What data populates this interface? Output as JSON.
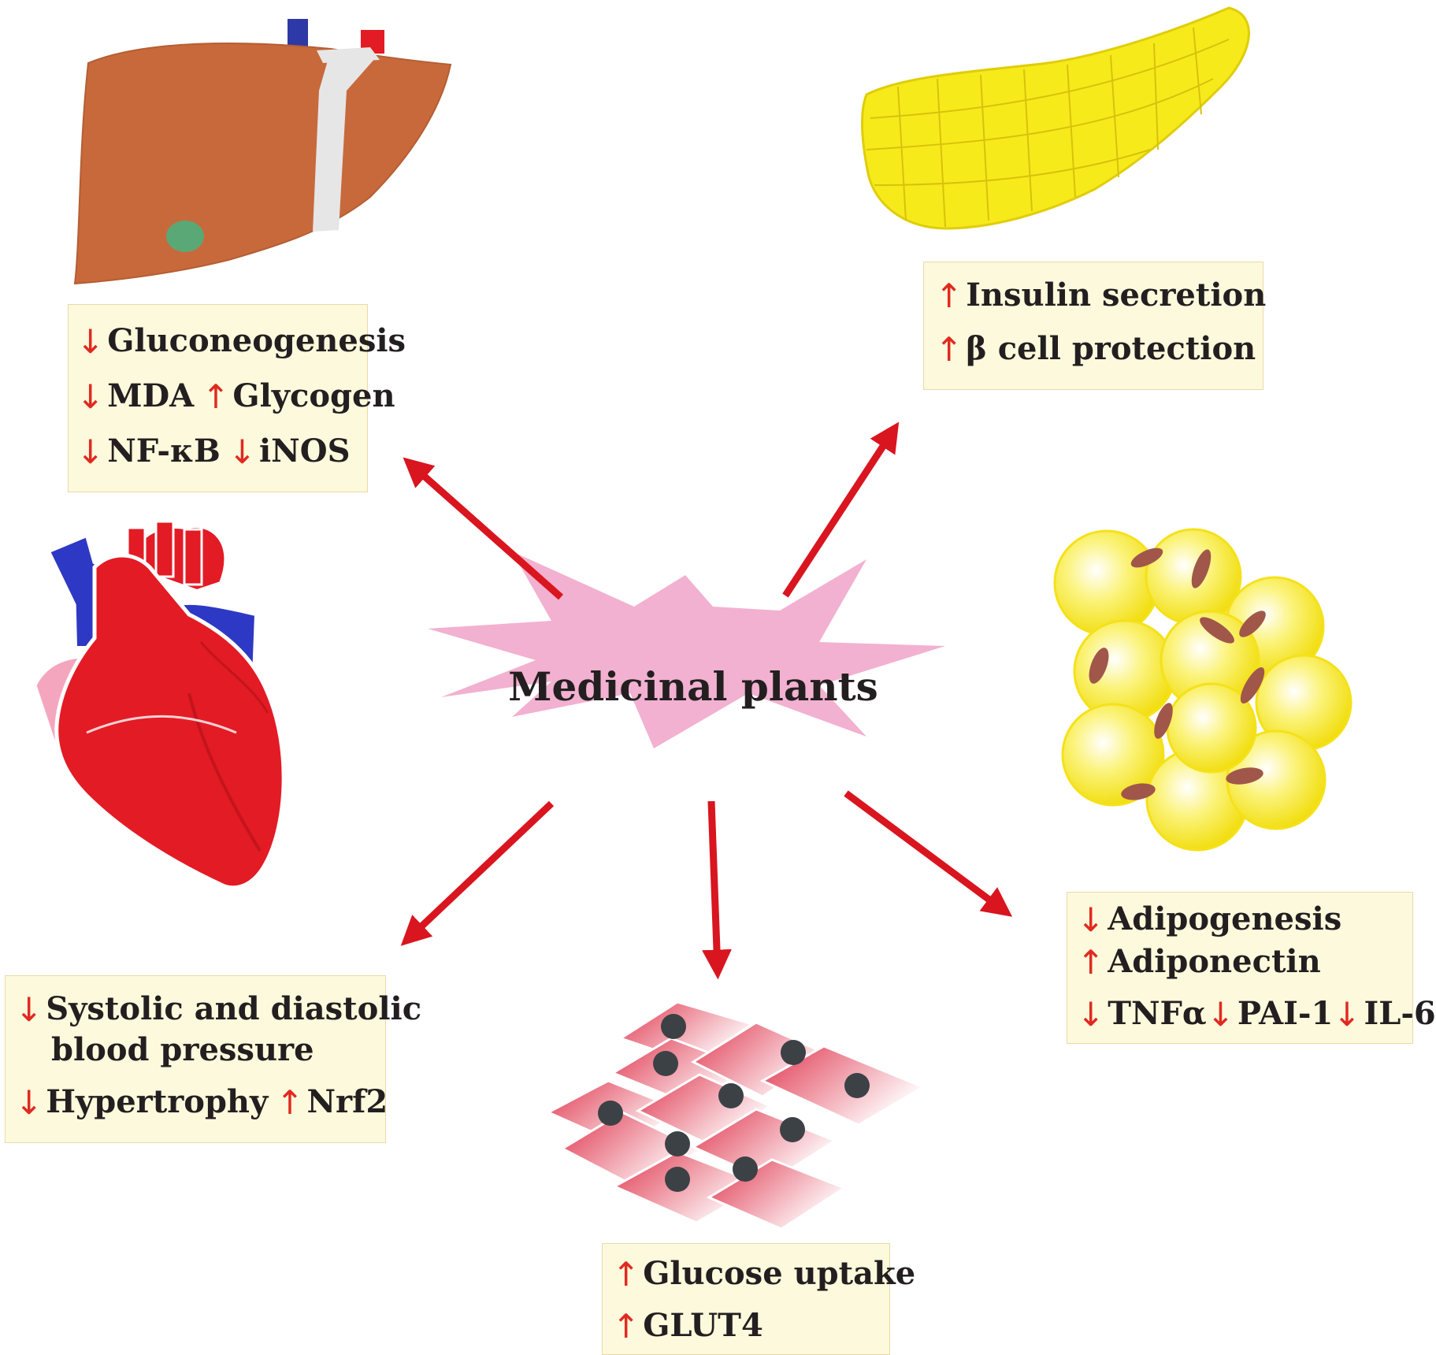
{
  "center": {
    "label": "Medicinal plants"
  },
  "liver": {
    "lines": [
      [
        {
          "dir": "down",
          "text": "Gluconeogenesis"
        }
      ],
      [
        {
          "dir": "down",
          "text": "MDA"
        },
        {
          "dir": "up",
          "text": "Glycogen"
        }
      ],
      [
        {
          "dir": "down",
          "text": "NF-κB"
        },
        {
          "dir": "down",
          "text": "iNOS"
        }
      ]
    ]
  },
  "pancreas": {
    "lines": [
      [
        {
          "dir": "up",
          "text": "Insulin secretion"
        }
      ],
      [
        {
          "dir": "up",
          "text": "β cell protection"
        }
      ]
    ]
  },
  "heart": {
    "lines": [
      [
        {
          "dir": "down",
          "text": "Systolic and diastolic"
        }
      ],
      [
        {
          "dir": "",
          "text": "blood pressure"
        }
      ],
      [
        {
          "dir": "down",
          "text": "Hypertrophy"
        },
        {
          "dir": "up",
          "text": "Nrf2"
        }
      ]
    ]
  },
  "muscle": {
    "lines": [
      [
        {
          "dir": "up",
          "text": "Glucose uptake"
        }
      ],
      [
        {
          "dir": "up",
          "text": "GLUT4"
        }
      ]
    ]
  },
  "adipose": {
    "lines": [
      [
        {
          "dir": "down",
          "text": "Adipogenesis"
        }
      ],
      [
        {
          "dir": "up",
          "text": "Adiponectin"
        }
      ],
      [
        {
          "dir": "down",
          "text": "TNFα"
        },
        {
          "dir": "down",
          "text": "PAI-1"
        },
        {
          "dir": "down",
          "text": "IL-6"
        }
      ]
    ]
  },
  "colors": {
    "arrow": "#d9151f",
    "burst": "#f2b1d0",
    "box_fill": "#fdf9dc",
    "liver": "#c8693c",
    "pancreas": "#f7ea1b",
    "heart_red": "#e31b25",
    "heart_blue": "#2d39c4",
    "heart_pink": "#f5a6bf",
    "fat": "#f8ea2a",
    "nucleus": "#a0574a",
    "muscle_cell": "#e35a6c",
    "muscle_nucleus": "#3c4146"
  }
}
